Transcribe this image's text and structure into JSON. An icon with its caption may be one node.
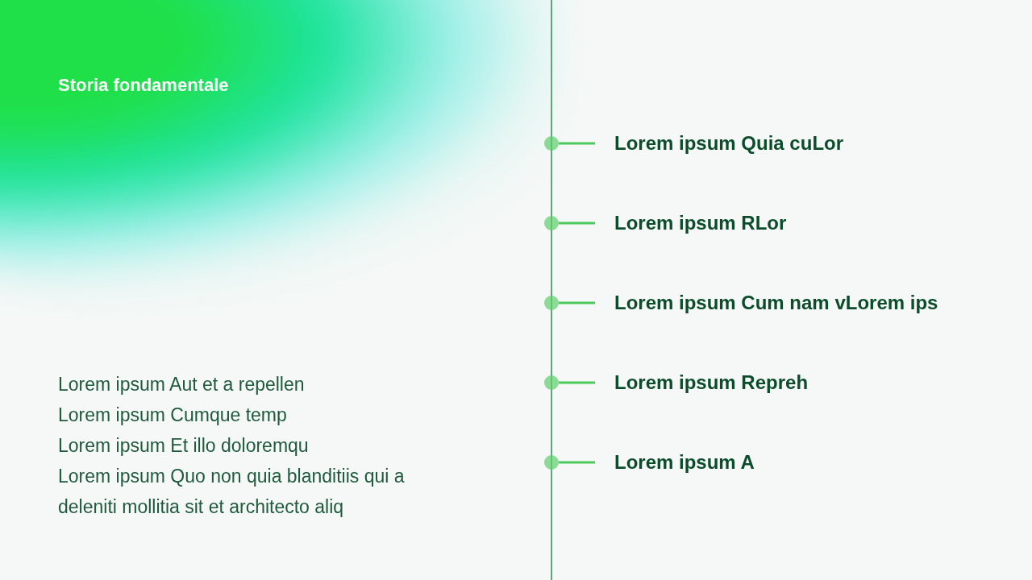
{
  "diagram": {
    "title": "Storia fondamentale",
    "nodes": [
      {
        "text": [],
        "shape": "circle"
      },
      {
        "text": [
          "Lorem ipsum Quia cuLor"
        ]
      },
      {
        "text": [],
        "shape": "circle"
      },
      {
        "text": [
          "Lorem ipsum RLor"
        ]
      },
      {
        "text": [],
        "shape": "circle"
      },
      {
        "text": [
          "Lorem ipsum Cum nam vLorem ips"
        ]
      },
      {
        "text": [],
        "shape": "circle"
      },
      {
        "text": [
          "Lorem ipsum Repreh"
        ]
      },
      {
        "text": [],
        "shape": "circle"
      },
      {
        "text": [
          "Lorem ipsum A"
        ]
      }
    ],
    "edges": [
      {
        "from": 0,
        "to": 1,
        "arrow": "none"
      },
      {
        "from": 2,
        "to": 3,
        "arrow": "none"
      },
      {
        "from": 4,
        "to": 5,
        "arrow": "none"
      },
      {
        "from": 6,
        "to": 7,
        "arrow": "none"
      },
      {
        "from": 8,
        "to": 9,
        "arrow": "none"
      }
    ],
    "labels": [
      "Lorem ipsum Aut et a repellen",
      "Lorem ipsum Cumque temp",
      "Lorem ipsum Et illo doloremqu",
      "Lorem ipsum Quo non quia blanditiis qui a deleniti mollitia sit et architecto aliq"
    ]
  }
}
